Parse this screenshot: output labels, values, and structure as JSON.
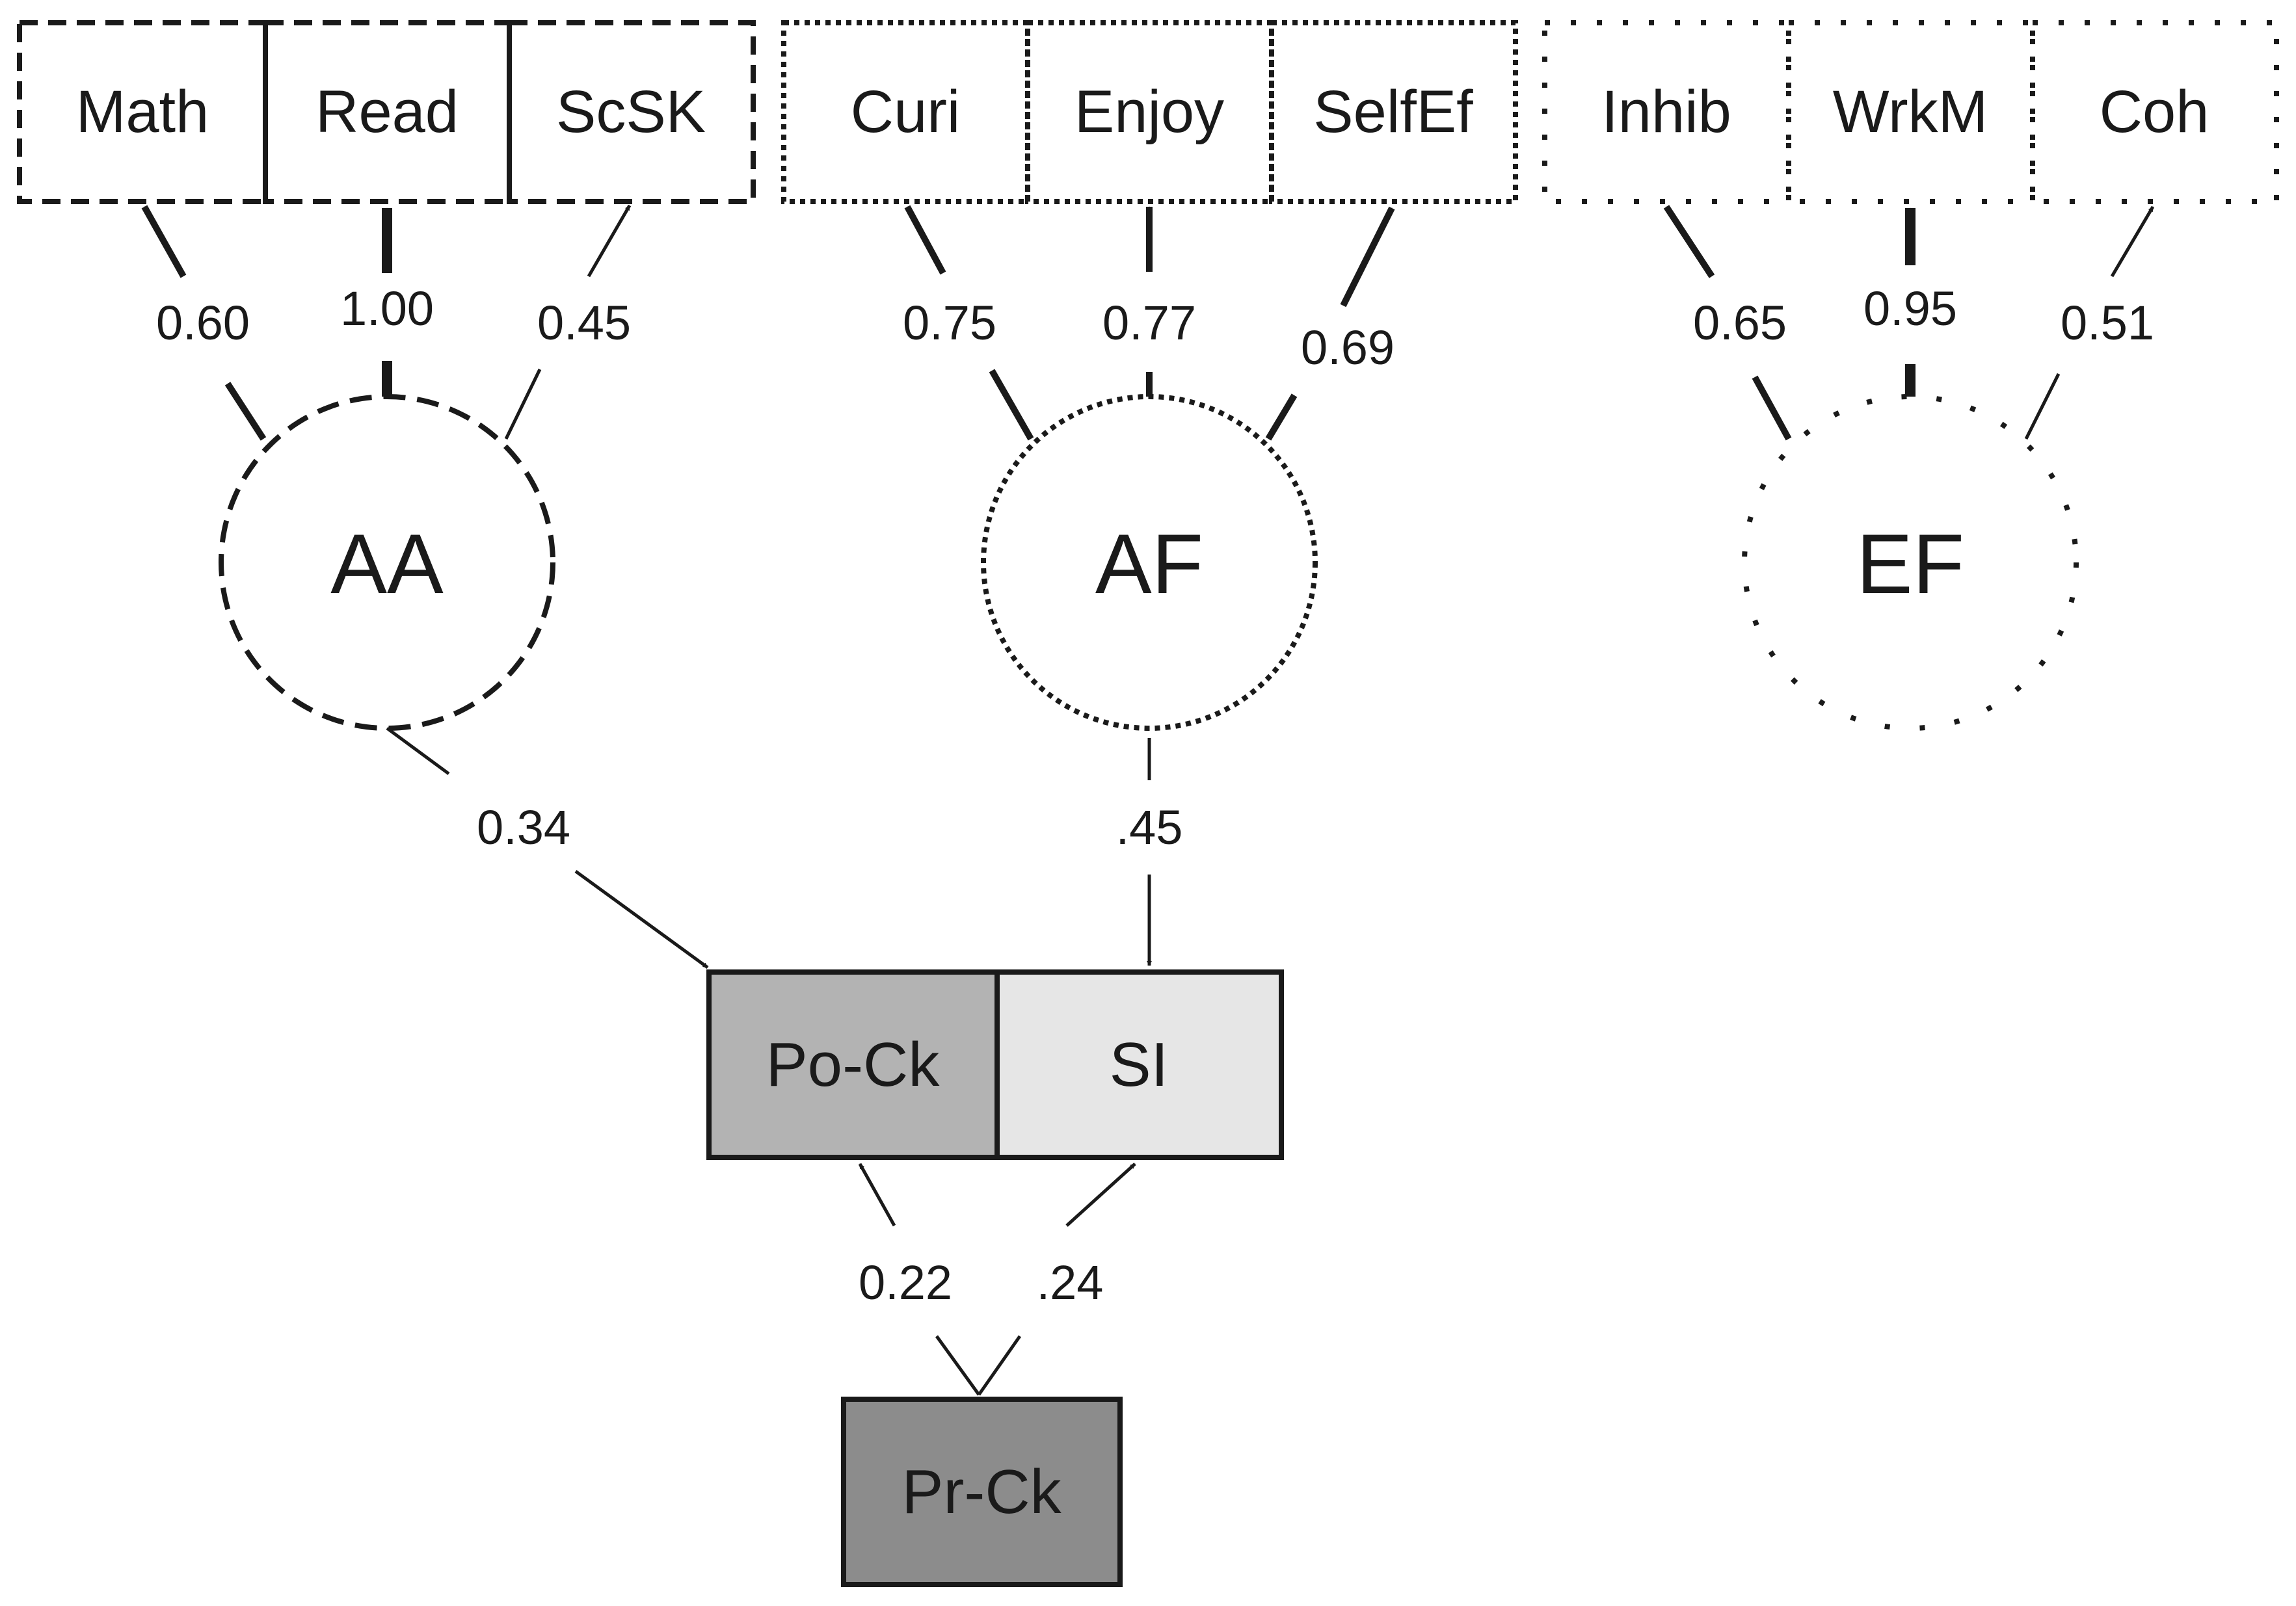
{
  "indicators": {
    "math": "Math",
    "read": "Read",
    "scsk": "ScSK",
    "curi": "Curi",
    "enjoy": "Enjoy",
    "selfef": "SelfEf",
    "inhib": "Inhib",
    "wrkm": "WrkM",
    "coh": "Coh"
  },
  "latents": {
    "aa": "AA",
    "af": "AF",
    "ef": "EF"
  },
  "outcomes": {
    "pock": "Po-Ck",
    "si": "SI",
    "prck": "Pr-Ck"
  },
  "loadings": {
    "aa_math": "0.60",
    "aa_read": "1.00",
    "aa_scsk": "0.45",
    "af_curi": "0.75",
    "af_enjoy": "0.77",
    "af_selfef": "0.69",
    "ef_inhib": "0.65",
    "ef_wrkm": "0.95",
    "ef_coh": "0.51"
  },
  "paths": {
    "aa_pock": "0.34",
    "af_si": ".45",
    "prck_pock": "0.22",
    "prck_si": ".24"
  },
  "colors": {
    "pock_fill": "#b3b3b3",
    "si_fill": "#e6e6e6",
    "prck_fill": "#8c8c8c",
    "stroke": "#1a1a1a"
  }
}
